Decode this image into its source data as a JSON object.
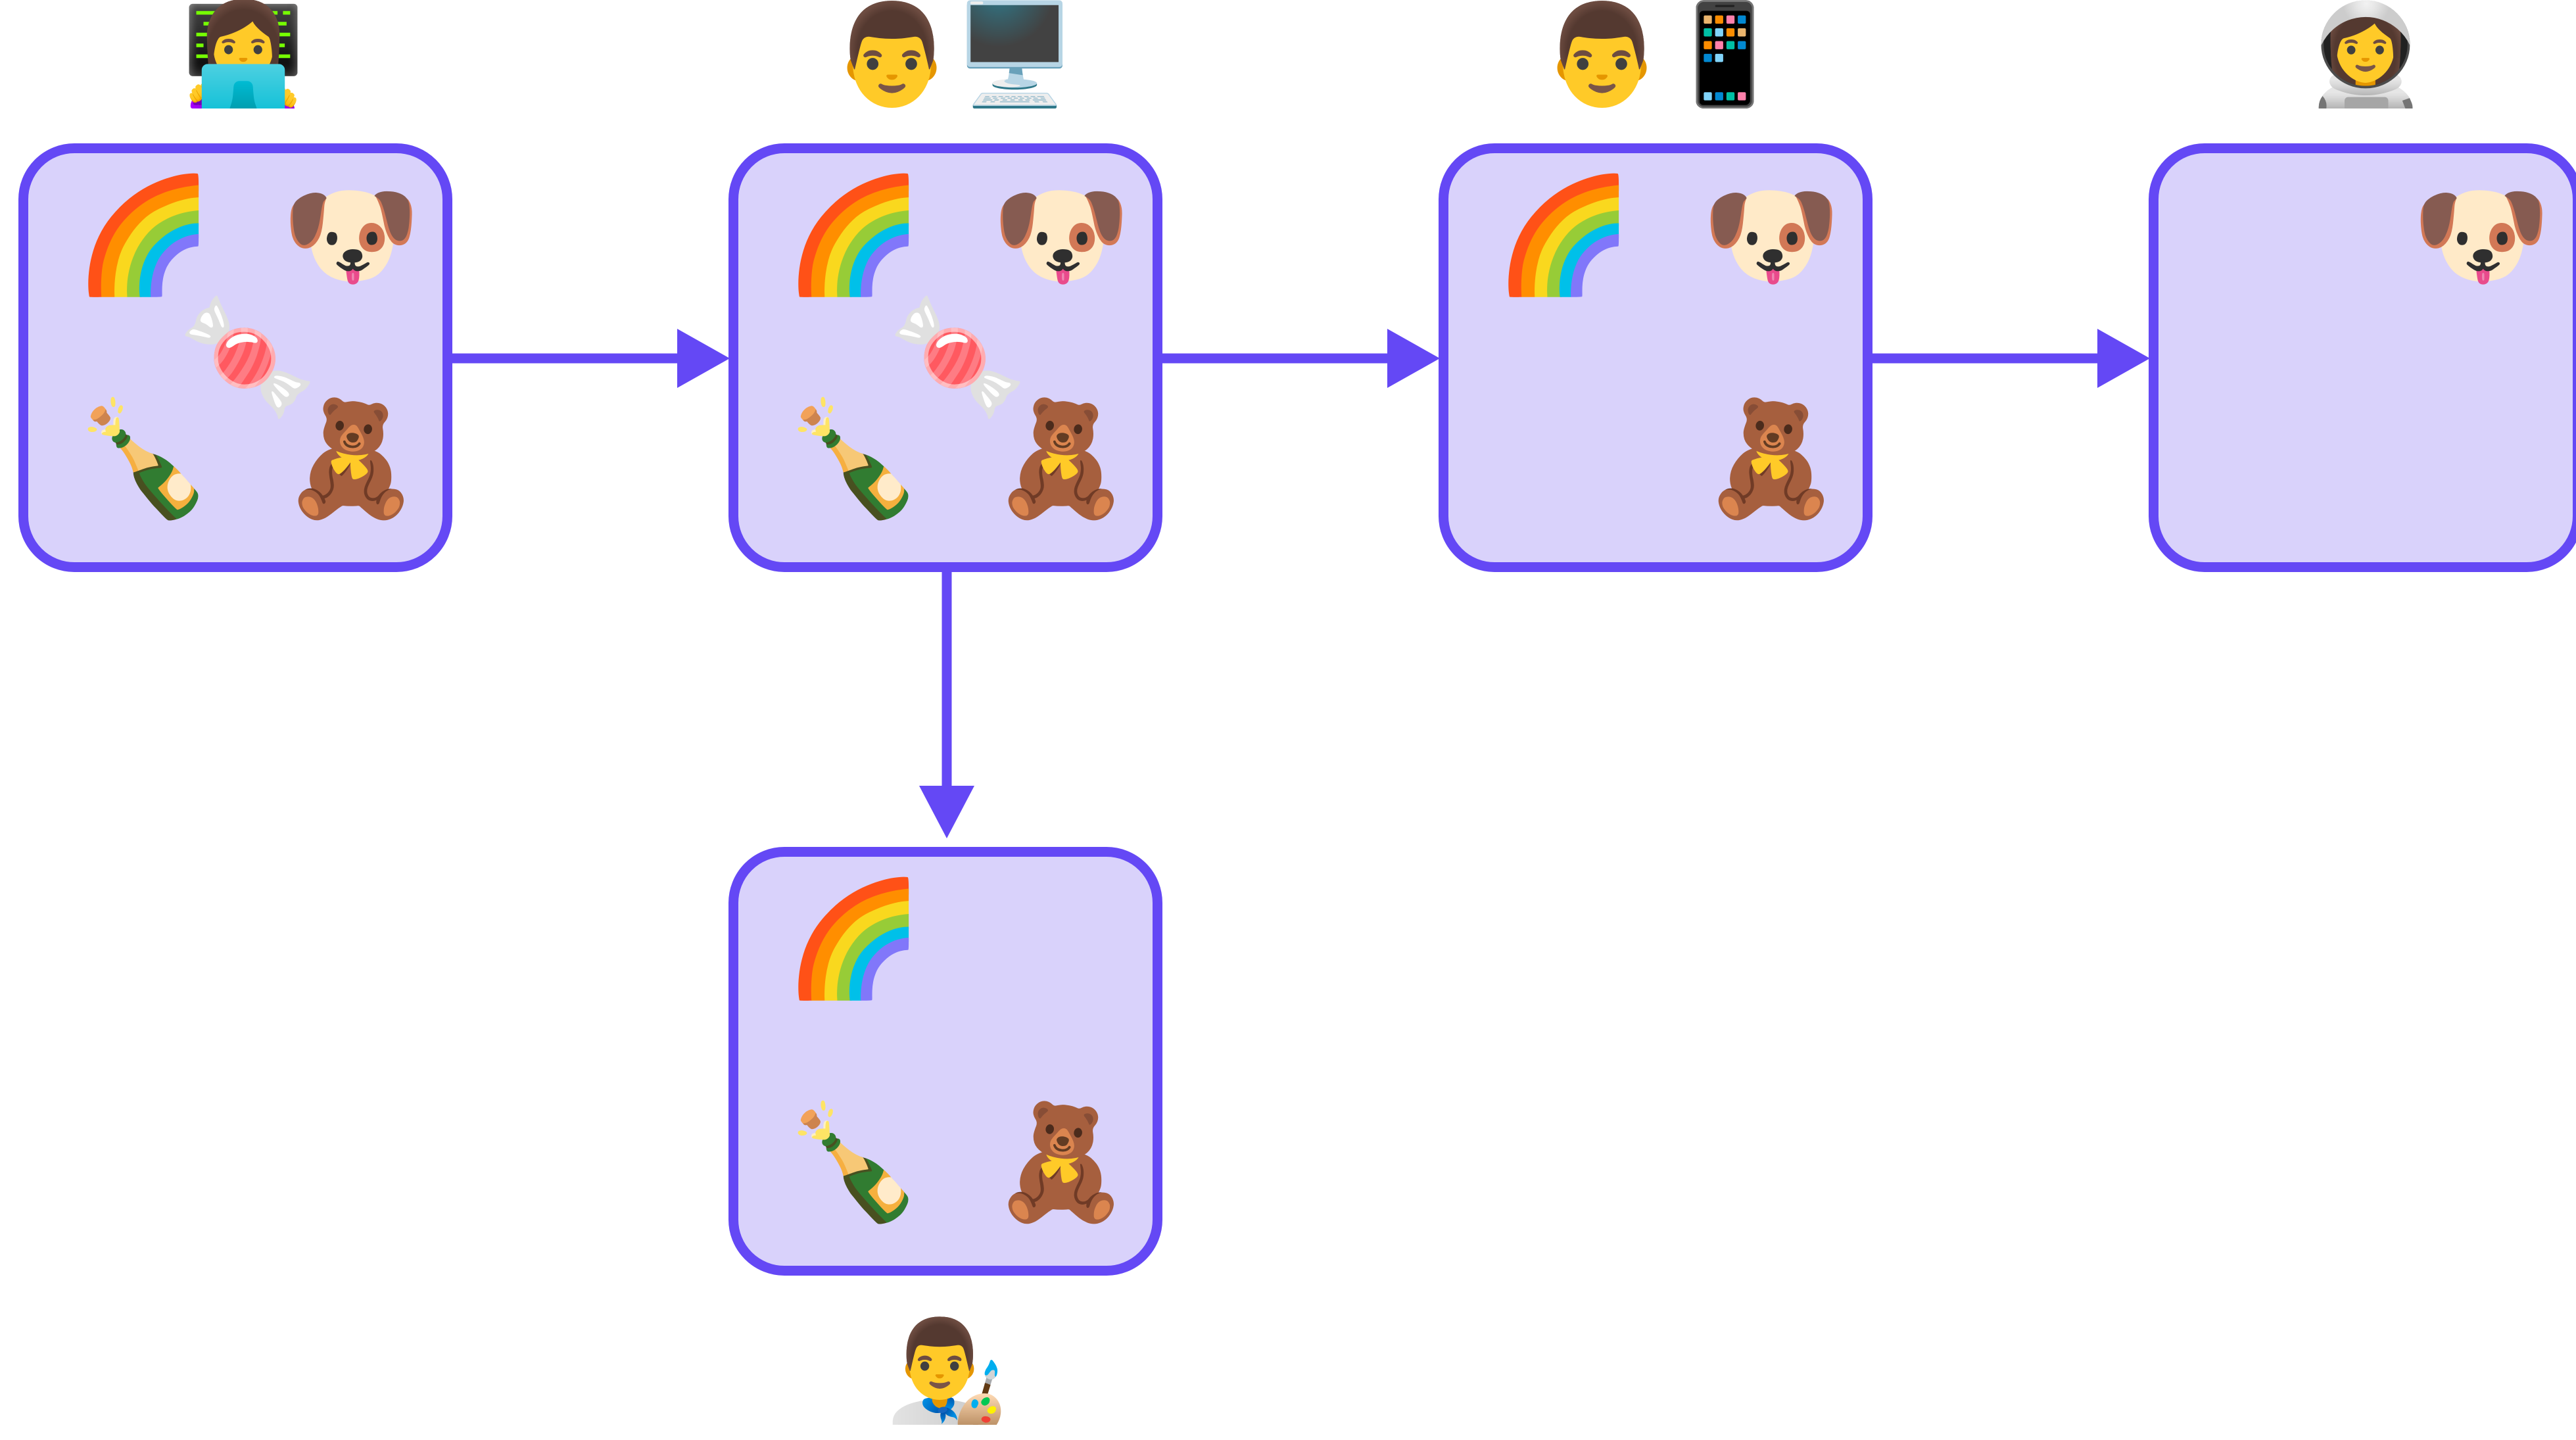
{
  "colors": {
    "box_fill": "#d9d2fb",
    "box_stroke": "#6448f5",
    "arrow": "#6448f5",
    "background": "#ffffff"
  },
  "nodes": {
    "n1": {
      "owner": "👩‍💻",
      "owner_icon": "woman-technologist-icon",
      "items": {
        "rainbow": "🌈",
        "dog": "🐶",
        "candy": "🍬",
        "bottle": "🍾",
        "bear": "🧸"
      }
    },
    "n2": {
      "owner": "👨🖥️",
      "owner_icon": "man-with-desktop-computer-icon",
      "items": {
        "rainbow": "🌈",
        "dog": "🐶",
        "candy": "🍬",
        "bottle": "🍾",
        "bear": "🧸"
      }
    },
    "n3": {
      "owner": "👨📱",
      "owner_icon": "man-with-mobile-phone-icon",
      "items": {
        "rainbow": "🌈",
        "dog": "🐶",
        "bear": "🧸"
      }
    },
    "n4": {
      "owner": "👩‍🚀",
      "owner_icon": "astronaut-icon",
      "items": {
        "dog": "🐶"
      }
    },
    "n5": {
      "owner": "👨‍🎨",
      "owner_icon": "artist-icon",
      "items": {
        "rainbow": "🌈",
        "bottle": "🍾",
        "bear": "🧸"
      }
    }
  },
  "edges": [
    {
      "from": "n1",
      "to": "n2"
    },
    {
      "from": "n2",
      "to": "n3"
    },
    {
      "from": "n3",
      "to": "n4"
    },
    {
      "from": "n2",
      "to": "n5"
    }
  ]
}
